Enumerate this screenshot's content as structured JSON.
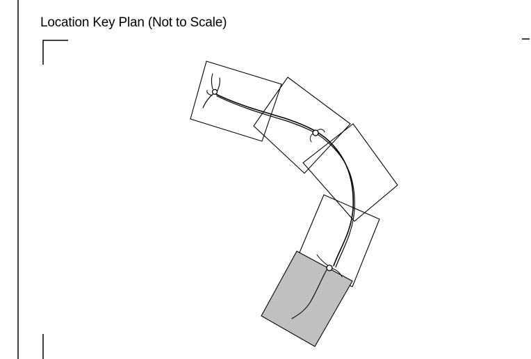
{
  "title": "Location Key Plan (Not to Scale)",
  "colors": {
    "line": "#000000",
    "highlight_fill": "#c0c0c0",
    "background": "#ffffff"
  },
  "sheets": [
    {
      "name": "sheet-1",
      "highlighted": false
    },
    {
      "name": "sheet-2",
      "highlighted": false
    },
    {
      "name": "sheet-3",
      "highlighted": false
    },
    {
      "name": "sheet-4",
      "highlighted": false
    },
    {
      "name": "sheet-5",
      "highlighted": true
    }
  ]
}
